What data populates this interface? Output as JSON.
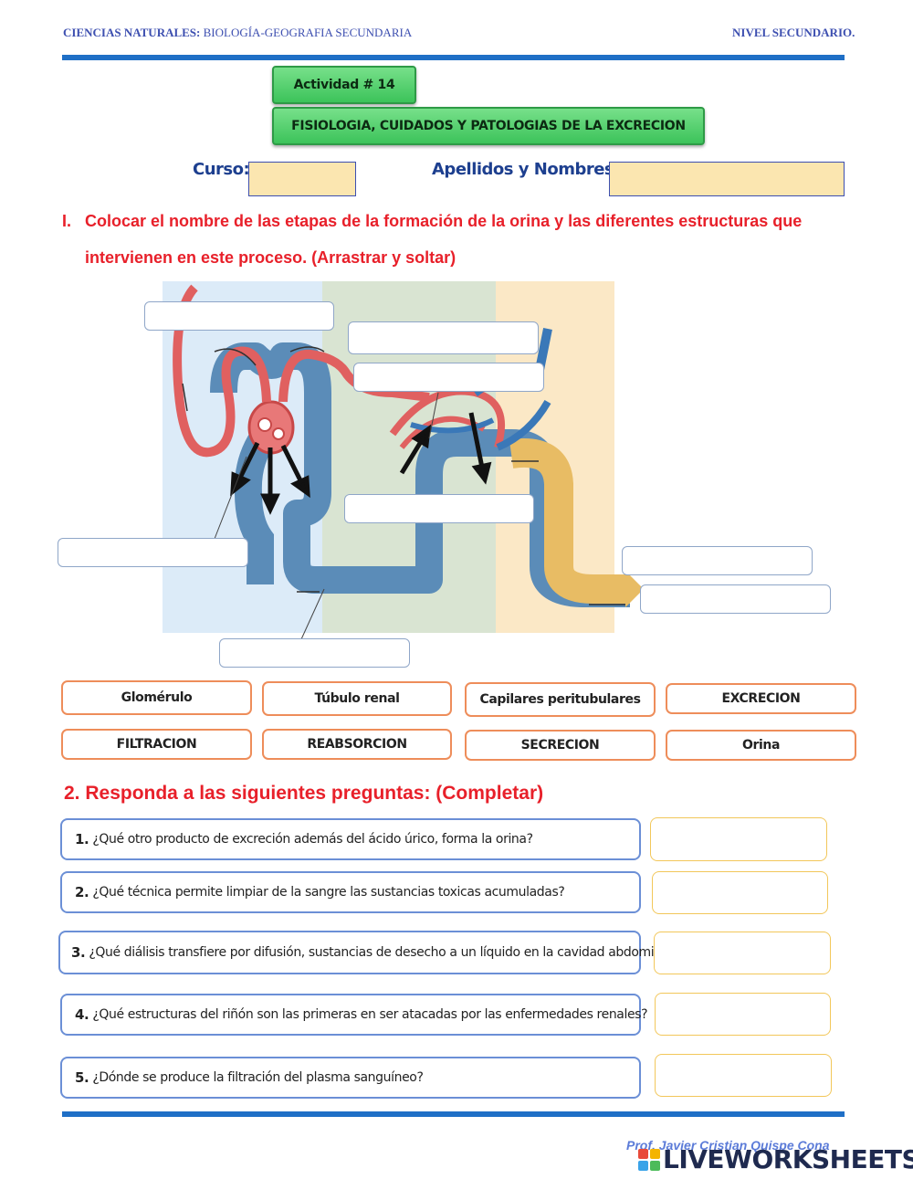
{
  "header": {
    "left_bold": "CIENCIAS NATURALES:",
    "left_rest": " BIOLOGÍA-GEOGRAFIA SECUNDARIA",
    "right": "NIVEL SECUNDARIO."
  },
  "activity": {
    "number": "Actividad # 14",
    "title": "FISIOLOGIA, CUIDADOS Y PATOLOGIAS DE LA EXCRECION"
  },
  "form": {
    "curso_label": "Curso:",
    "curso_value": "",
    "nombres_label": "Apellidos y Nombres:",
    "nombres_value": ""
  },
  "section1": {
    "numeral": "I.",
    "line1": "Colocar el nombre de las etapas de la formación de la orina y las diferentes estructuras que",
    "line2": "intervienen en este proceso. (Arrastrar y soltar)"
  },
  "options": [
    "Glomérulo",
    "Túbulo renal",
    "Capilares peritubulares",
    "EXCRECION",
    "FILTRACION",
    "REABSORCION",
    "SECRECION",
    "Orina"
  ],
  "section2": {
    "title": "2. Responda a las siguientes preguntas: (Completar)",
    "questions": [
      {
        "num": "1.",
        "text": "¿Qué otro producto de excreción además del ácido úrico, forma la orina?"
      },
      {
        "num": "2.",
        "text": "¿Qué técnica permite limpiar de la sangre las sustancias toxicas acumuladas?"
      },
      {
        "num": "3.",
        "text": "¿Qué diálisis transfiere por difusión, sustancias de desecho a un líquido en la cavidad abdominal?"
      },
      {
        "num": "4.",
        "text": "¿Qué estructuras del riñón son las primeras en ser atacadas por las enfermedades renales?"
      },
      {
        "num": "5.",
        "text": "¿Dónde se produce la filtración del plasma sanguíneo?"
      }
    ]
  },
  "footer": {
    "author": "Prof. Javier Cristian Quispe Cona",
    "brand": "LIVEWORKSHEETS"
  },
  "colors": {
    "accent_blue": "#1f6fc6",
    "title_red": "#e8202a",
    "chip_border": "#ee8d5a",
    "answer_border": "#f2c75a"
  }
}
